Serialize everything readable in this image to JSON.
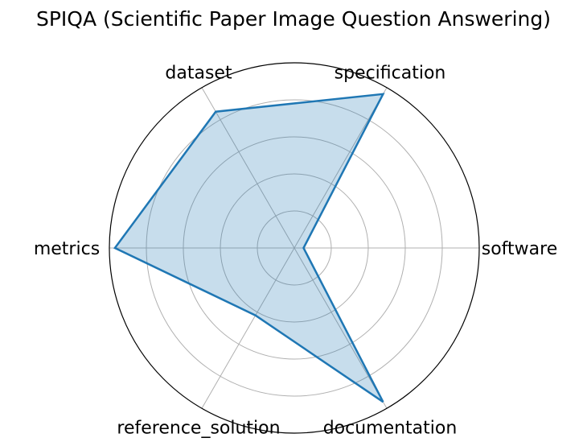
{
  "chart_data": {
    "type": "radar",
    "title": "SPIQA (Scientific Paper Image Question Answering)",
    "categories": [
      "software",
      "specification",
      "dataset",
      "metrics",
      "reference_solution",
      "documentation"
    ],
    "series": [
      {
        "values": [
          0.05,
          0.96,
          0.85,
          0.97,
          0.42,
          0.96
        ]
      }
    ],
    "rlim": [
      0,
      1
    ],
    "rings": [
      0.2,
      0.4,
      0.6,
      0.8,
      1.0
    ],
    "grid": true,
    "legend": "none",
    "colors": {
      "line": "#1f77b4",
      "fill": "#1f77b4",
      "grid": "#b0b0b0",
      "frame": "#000000"
    }
  }
}
